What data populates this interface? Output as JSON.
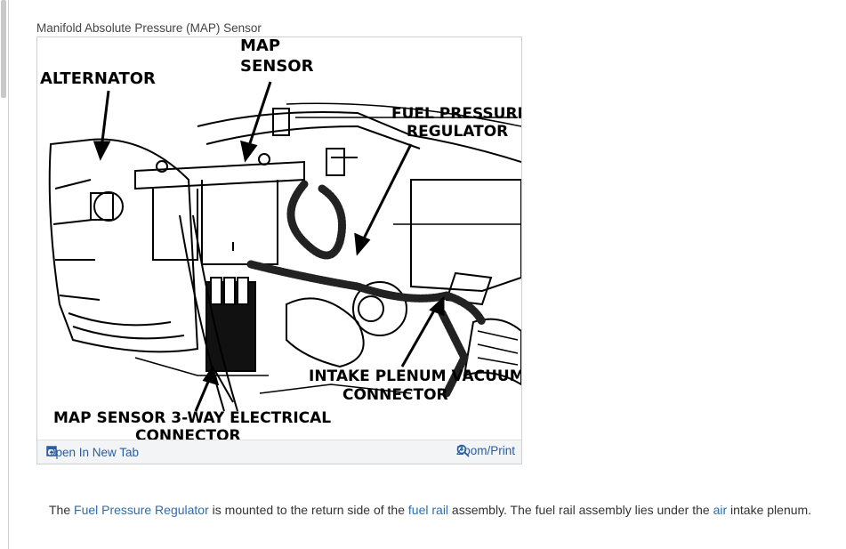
{
  "figure": {
    "caption": "Manifold Absolute Pressure (MAP) Sensor",
    "labels": {
      "map_sensor_line1": "MAP",
      "map_sensor_line2": "SENSOR",
      "alternator": "ALTERNATOR",
      "fuel_pressure_line1": "FUEL PRESSURE",
      "fuel_pressure_line2": "REGULATOR",
      "intake_line1": "INTAKE PLENUM VACUUM",
      "intake_line2": "CONNECTOR",
      "connector_line1": "MAP SENSOR 3-WAY ELECTRICAL",
      "connector_line2": "CONNECTOR"
    },
    "footer": {
      "open_tab_label": "Open In New Tab",
      "open_tab_icon": "open-new-tab-icon",
      "zoom_label": "Zoom/Print",
      "zoom_icon": "magnifier-icon"
    }
  },
  "paragraph": {
    "t1": "The ",
    "link1": "Fuel Pressure Regulator",
    "t2": " is mounted to the return side of the ",
    "link2": "fuel rail",
    "t3": " assembly. The fuel rail assembly lies under the ",
    "link3": "air",
    "t4": " intake plenum."
  },
  "colors": {
    "link": "#2a6db5",
    "footer_bg": "#f3f4f6",
    "border": "#cfcfcf"
  }
}
